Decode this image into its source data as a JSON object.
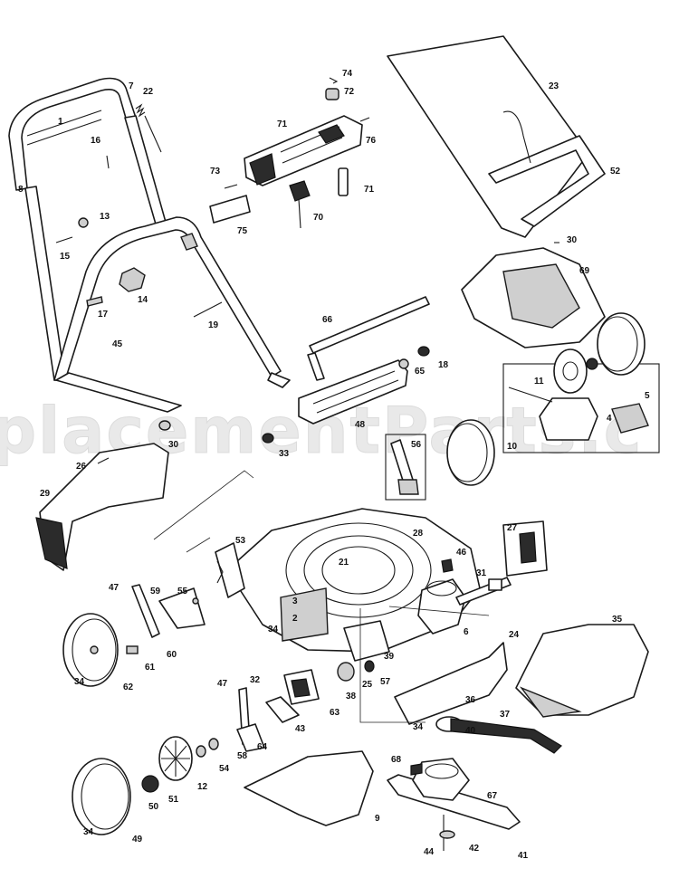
{
  "watermark": "placementParts.c",
  "callouts": [
    {
      "id": "c1",
      "label": "1"
    },
    {
      "id": "c2",
      "label": "2"
    },
    {
      "id": "c3",
      "label": "3"
    },
    {
      "id": "c4",
      "label": "4"
    },
    {
      "id": "c5",
      "label": "5"
    },
    {
      "id": "c6",
      "label": "6"
    },
    {
      "id": "c7",
      "label": "7"
    },
    {
      "id": "c8",
      "label": "8"
    },
    {
      "id": "c9",
      "label": "9"
    },
    {
      "id": "c10",
      "label": "10"
    },
    {
      "id": "c11",
      "label": "11"
    },
    {
      "id": "c12",
      "label": "12"
    },
    {
      "id": "c13",
      "label": "13"
    },
    {
      "id": "c14",
      "label": "14"
    },
    {
      "id": "c15",
      "label": "15"
    },
    {
      "id": "c16",
      "label": "16"
    },
    {
      "id": "c17",
      "label": "17"
    },
    {
      "id": "c18",
      "label": "18"
    },
    {
      "id": "c19",
      "label": "19"
    },
    {
      "id": "c21",
      "label": "21"
    },
    {
      "id": "c22",
      "label": "22"
    },
    {
      "id": "c23",
      "label": "23"
    },
    {
      "id": "c24",
      "label": "24"
    },
    {
      "id": "c25",
      "label": "25"
    },
    {
      "id": "c26",
      "label": "26"
    },
    {
      "id": "c27",
      "label": "27"
    },
    {
      "id": "c28",
      "label": "28"
    },
    {
      "id": "c29",
      "label": "29"
    },
    {
      "id": "c30a",
      "label": "30"
    },
    {
      "id": "c30b",
      "label": "30"
    },
    {
      "id": "c31",
      "label": "31"
    },
    {
      "id": "c32",
      "label": "32"
    },
    {
      "id": "c33",
      "label": "33"
    },
    {
      "id": "c34a",
      "label": "34"
    },
    {
      "id": "c34b",
      "label": "34"
    },
    {
      "id": "c34c",
      "label": "34"
    },
    {
      "id": "c34d",
      "label": "34"
    },
    {
      "id": "c35",
      "label": "35"
    },
    {
      "id": "c36",
      "label": "36"
    },
    {
      "id": "c37",
      "label": "37"
    },
    {
      "id": "c38",
      "label": "38"
    },
    {
      "id": "c39",
      "label": "39"
    },
    {
      "id": "c40",
      "label": "40"
    },
    {
      "id": "c41",
      "label": "41"
    },
    {
      "id": "c42",
      "label": "42"
    },
    {
      "id": "c43",
      "label": "43"
    },
    {
      "id": "c44",
      "label": "44"
    },
    {
      "id": "c45",
      "label": "45"
    },
    {
      "id": "c46",
      "label": "46"
    },
    {
      "id": "c47a",
      "label": "47"
    },
    {
      "id": "c47b",
      "label": "47"
    },
    {
      "id": "c48",
      "label": "48"
    },
    {
      "id": "c49",
      "label": "49"
    },
    {
      "id": "c50",
      "label": "50"
    },
    {
      "id": "c51",
      "label": "51"
    },
    {
      "id": "c52",
      "label": "52"
    },
    {
      "id": "c53",
      "label": "53"
    },
    {
      "id": "c54",
      "label": "54"
    },
    {
      "id": "c55",
      "label": "55"
    },
    {
      "id": "c56",
      "label": "56"
    },
    {
      "id": "c57",
      "label": "57"
    },
    {
      "id": "c58",
      "label": "58"
    },
    {
      "id": "c59",
      "label": "59"
    },
    {
      "id": "c60",
      "label": "60"
    },
    {
      "id": "c61",
      "label": "61"
    },
    {
      "id": "c62",
      "label": "62"
    },
    {
      "id": "c63",
      "label": "63"
    },
    {
      "id": "c64",
      "label": "64"
    },
    {
      "id": "c65",
      "label": "65"
    },
    {
      "id": "c66",
      "label": "66"
    },
    {
      "id": "c67",
      "label": "67"
    },
    {
      "id": "c68",
      "label": "68"
    },
    {
      "id": "c69",
      "label": "69"
    },
    {
      "id": "c70",
      "label": "70"
    },
    {
      "id": "c71a",
      "label": "71"
    },
    {
      "id": "c71b",
      "label": "71"
    },
    {
      "id": "c72",
      "label": "72"
    },
    {
      "id": "c73",
      "label": "73"
    },
    {
      "id": "c74",
      "label": "74"
    },
    {
      "id": "c75",
      "label": "75"
    },
    {
      "id": "c76",
      "label": "76"
    }
  ]
}
